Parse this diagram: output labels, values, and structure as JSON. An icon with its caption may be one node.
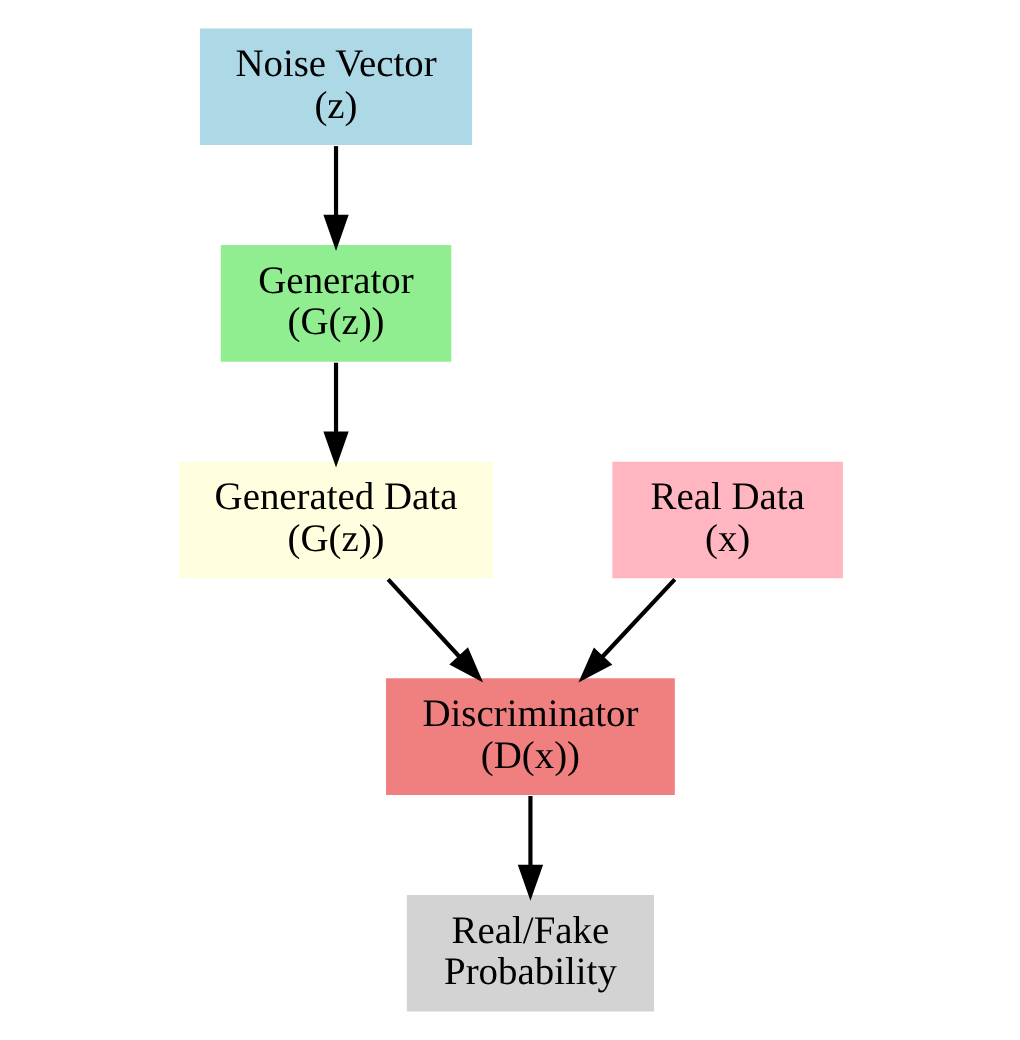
{
  "diagram": {
    "nodes": [
      {
        "text": [
          "Noise Vector (z)"
        ]
      },
      {
        "text": [
          "Generator (G(z))"
        ]
      },
      {
        "text": [
          "Generated Data (G(z))"
        ]
      },
      {
        "text": [
          "Real Data (x)"
        ]
      },
      {
        "text": [
          "Discriminator (D(x))"
        ]
      },
      {
        "text": [
          "Real/Fake Probability"
        ]
      }
    ],
    "edges": [
      {
        "from": 0,
        "to": 1,
        "arrow": "to"
      },
      {
        "from": 1,
        "to": 2,
        "arrow": "to"
      },
      {
        "from": 2,
        "to": 4,
        "arrow": "to"
      },
      {
        "from": 3,
        "to": 4,
        "arrow": "to"
      },
      {
        "from": 4,
        "to": 5,
        "arrow": "to"
      }
    ]
  }
}
